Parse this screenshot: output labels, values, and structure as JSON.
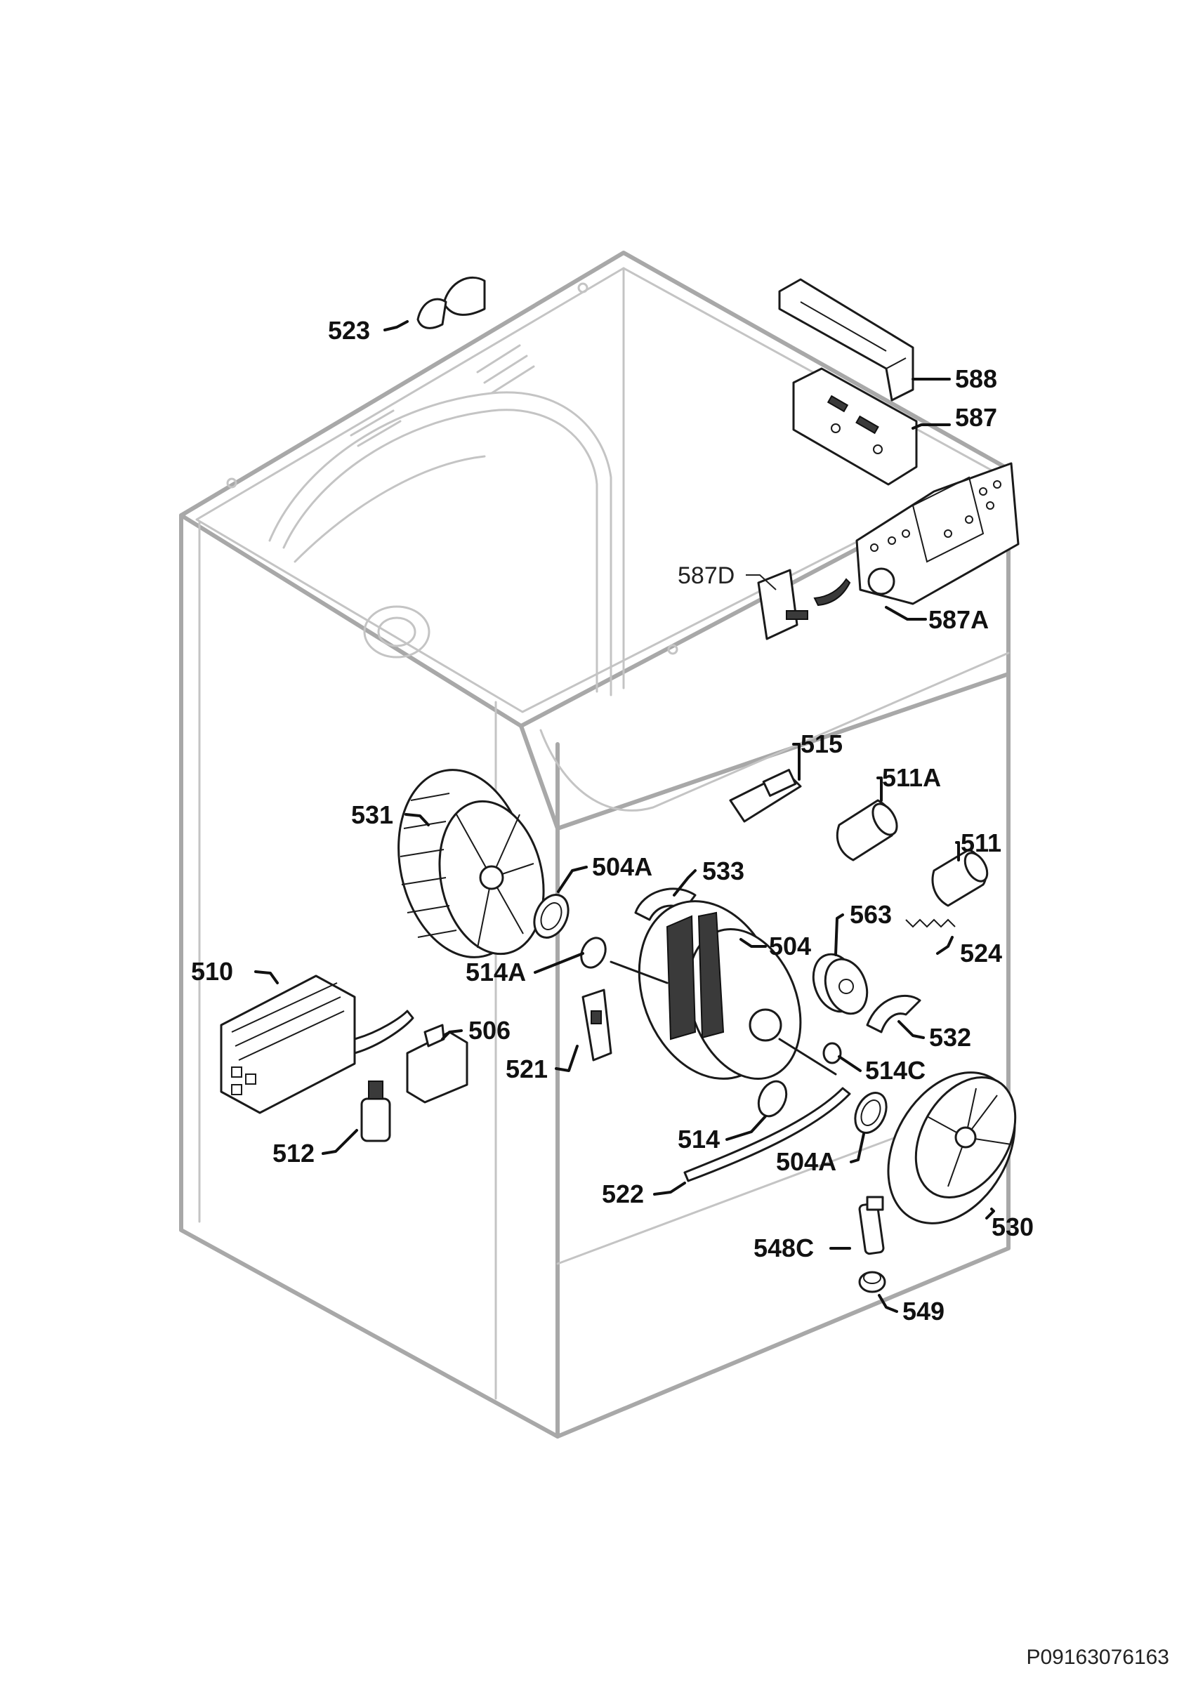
{
  "diagram": {
    "parts": [
      {
        "id": "p523",
        "label": "523"
      },
      {
        "id": "p588",
        "label": "588"
      },
      {
        "id": "p587",
        "label": "587"
      },
      {
        "id": "p587D",
        "label": "587D"
      },
      {
        "id": "p587A",
        "label": "587A"
      },
      {
        "id": "p515",
        "label": "515"
      },
      {
        "id": "p511A",
        "label": "511A"
      },
      {
        "id": "p511",
        "label": "511"
      },
      {
        "id": "p531",
        "label": "531"
      },
      {
        "id": "p504A_top",
        "label": "504A"
      },
      {
        "id": "p533",
        "label": "533"
      },
      {
        "id": "p563",
        "label": "563"
      },
      {
        "id": "p524",
        "label": "524"
      },
      {
        "id": "p514A",
        "label": "514A"
      },
      {
        "id": "p504",
        "label": "504"
      },
      {
        "id": "p510",
        "label": "510"
      },
      {
        "id": "p532",
        "label": "532"
      },
      {
        "id": "p506",
        "label": "506"
      },
      {
        "id": "p521",
        "label": "521"
      },
      {
        "id": "p514C",
        "label": "514C"
      },
      {
        "id": "p514",
        "label": "514"
      },
      {
        "id": "p504A_bottom",
        "label": "504A"
      },
      {
        "id": "p512",
        "label": "512"
      },
      {
        "id": "p522",
        "label": "522"
      },
      {
        "id": "p530",
        "label": "530"
      },
      {
        "id": "p548C",
        "label": "548C"
      },
      {
        "id": "p549",
        "label": "549"
      }
    ],
    "document_id": "P09163076163"
  }
}
